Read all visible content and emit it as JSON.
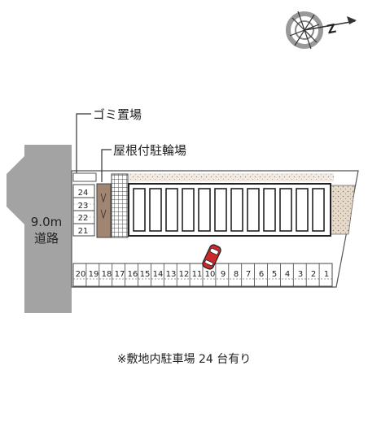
{
  "compass": {
    "icon": "compass-rose-icon",
    "direction_label": "Z"
  },
  "road": {
    "width_label": "9.0m",
    "name_label": "道路",
    "color": "#a3a3a3"
  },
  "labels": {
    "garbage": "ゴミ置場",
    "bicycle_parking": "屋根付駐輪場"
  },
  "parking": {
    "bottom_row": [
      "20",
      "19",
      "18",
      "17",
      "16",
      "15",
      "14",
      "13",
      "12",
      "11",
      "10",
      "9",
      "8",
      "7",
      "6",
      "5",
      "4",
      "3",
      "2",
      "1"
    ],
    "left_stack": [
      "24",
      "23",
      "22",
      "21"
    ],
    "highlighted_car_slot": "10",
    "car_color": "#cc2a2a"
  },
  "building": {
    "units": 12
  },
  "footer": {
    "note": "※敷地内駐車場 24 台有り"
  }
}
